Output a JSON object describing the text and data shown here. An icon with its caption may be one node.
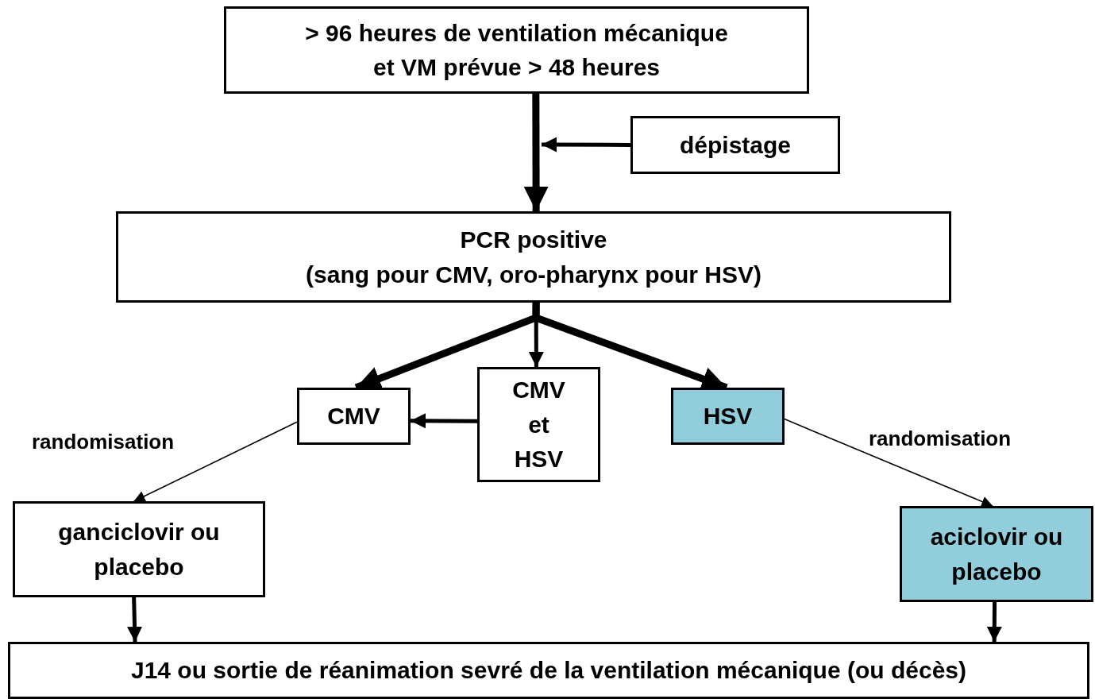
{
  "diagram": {
    "nodes": [
      {
        "text": [
          "> 96 heures de ventilation mécanique et VM prévue > 48 heures"
        ]
      },
      {
        "text": [
          "dépistage"
        ]
      },
      {
        "text": [
          "PCR positive",
          "(sang pour CMV, oro-pharynx pour HSV)"
        ]
      },
      {
        "text": [
          "CMV"
        ]
      },
      {
        "text": [
          "CMV et HSV"
        ]
      },
      {
        "text": [
          "HSV"
        ]
      },
      {
        "text": [
          "ganciclovir ou placebo"
        ]
      },
      {
        "text": [
          "aciclovir ou placebo"
        ]
      },
      {
        "text": [
          "J14 ou sortie de réanimation sevré de la ventilation mécanique (ou décès)"
        ]
      }
    ],
    "edges": [
      {
        "from": 0,
        "to": 2,
        "arrow": "to",
        "style": "thick"
      },
      {
        "from": 1,
        "to": null,
        "arrow": "to"
      },
      {
        "from": 2,
        "to": 3,
        "arrow": "to",
        "style": "thick"
      },
      {
        "from": 2,
        "to": 4,
        "arrow": "to"
      },
      {
        "from": 2,
        "to": 5,
        "arrow": "to",
        "style": "thick"
      },
      {
        "from": 4,
        "to": 3,
        "arrow": "to"
      },
      {
        "from": 3,
        "to": 6,
        "arrow": "to",
        "label": "randomisation"
      },
      {
        "from": 5,
        "to": 7,
        "arrow": "to",
        "label": "randomisation"
      },
      {
        "from": 6,
        "to": 8,
        "arrow": "to"
      },
      {
        "from": 7,
        "to": 8,
        "arrow": "to"
      }
    ]
  }
}
